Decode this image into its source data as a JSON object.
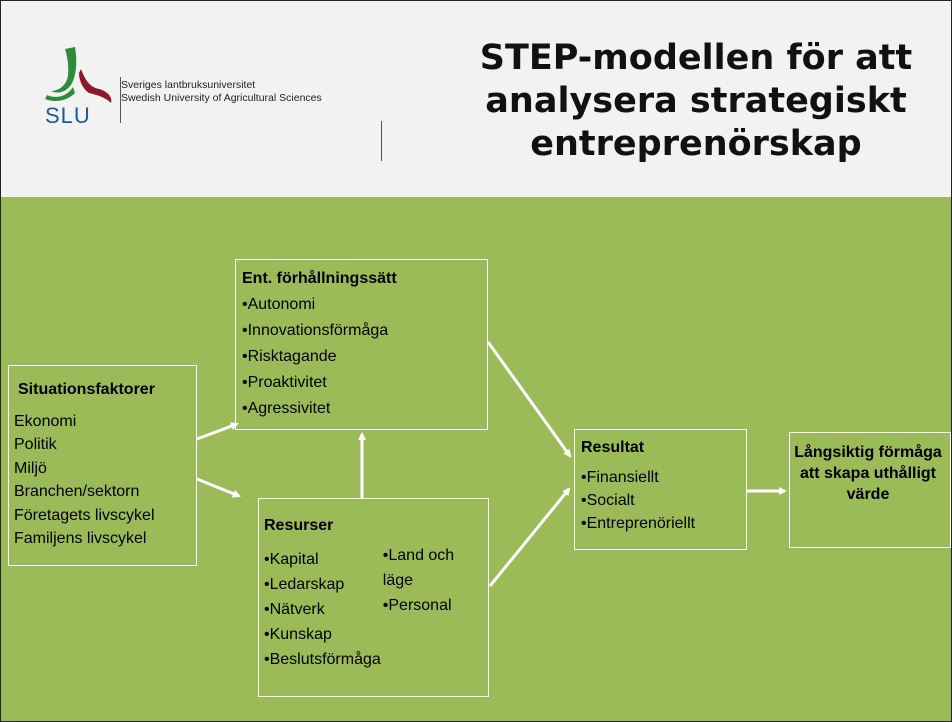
{
  "header": {
    "title": "STEP-modellen för att analysera strategiskt entreprenörskap",
    "logo": {
      "acronym": "SLU",
      "name_sv": "Sveriges lantbruksuniversitet",
      "name_en": "Swedish University of Agricultural Sciences"
    }
  },
  "diagram": {
    "situations": {
      "heading": "Situationsfaktorer",
      "items": [
        "Ekonomi",
        "Politik",
        "Miljö",
        "Branchen/sektorn",
        "Företagets livscykel",
        "Familjens livscykel"
      ]
    },
    "attitude": {
      "heading": "Ent. förhållningssätt",
      "items": [
        "•Autonomi",
        "•Innovationsförmåga",
        "•Risktagande",
        "•Proaktivitet",
        "•Agressivitet"
      ]
    },
    "resources": {
      "heading": "Resurser",
      "items_col1": [
        "•Kapital",
        "•Ledarskap",
        "•Nätverk",
        "•Kunskap",
        "•Beslutsförmåga"
      ],
      "items_col2": [
        "•Land och läge",
        "•Personal"
      ]
    },
    "results": {
      "heading": "Resultat",
      "items": [
        "•Finansiellt",
        "•Socialt",
        "•Entreprenöriellt"
      ]
    },
    "longterm": {
      "text": "Långsiktig förmåga att skapa uthålligt värde"
    }
  },
  "colors": {
    "background": "#9bbb59",
    "header_background": "#f2f2f2",
    "box_border": "#ffffff",
    "logo_green": "#2e8b3a",
    "logo_red": "#8c1a2a",
    "logo_text": "#1a5a9a"
  }
}
